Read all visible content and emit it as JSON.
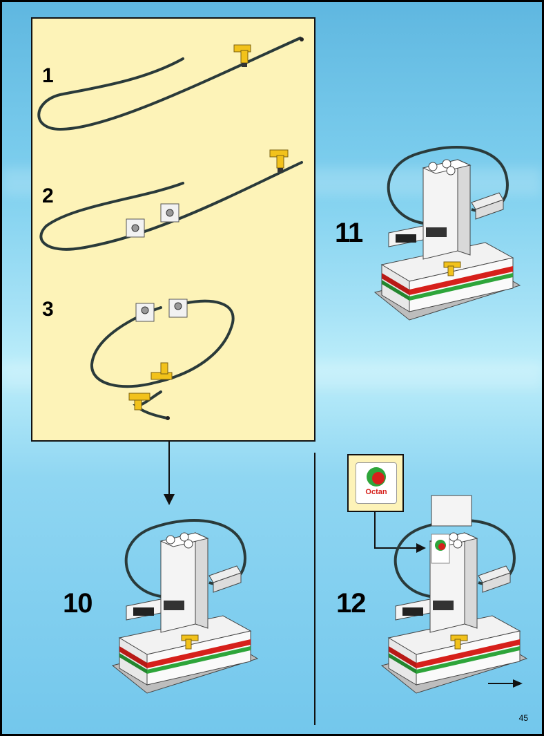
{
  "substeps": [
    "1",
    "2",
    "3"
  ],
  "steps": {
    "step10": "10",
    "step11": "11",
    "step12": "12"
  },
  "sticker": {
    "text": "Octan"
  },
  "page_number": "45",
  "colors": {
    "background": "#7fd0ef",
    "panel": "#fdf3b8",
    "hose": "#2a3a3a",
    "nozzle": "#f2c21b",
    "stripe_red": "#d6201b",
    "stripe_green": "#2ea53a"
  }
}
